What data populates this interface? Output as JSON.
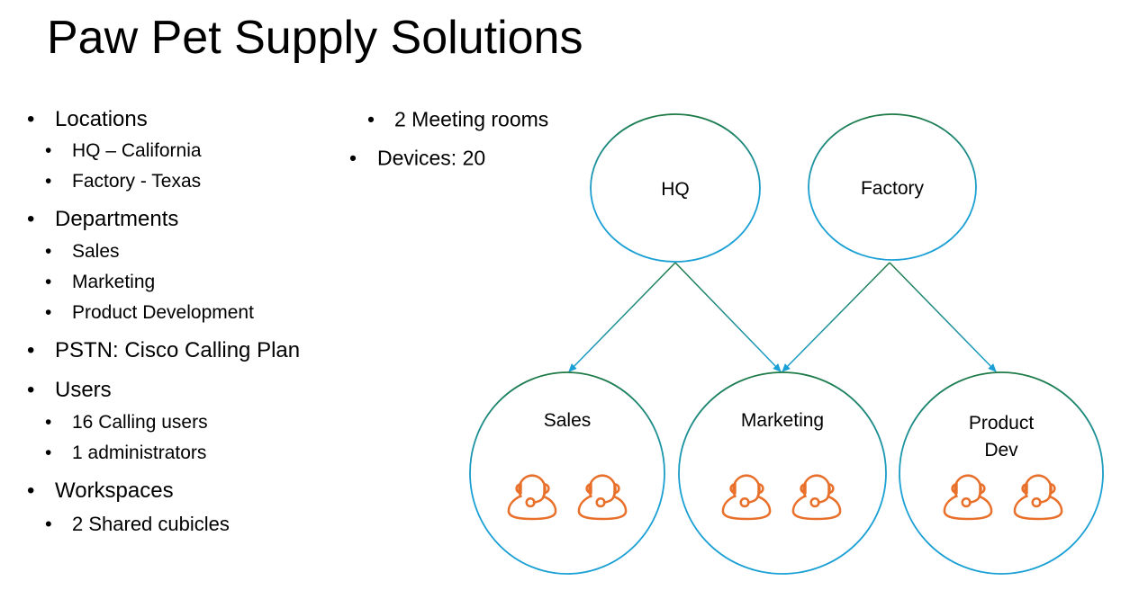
{
  "title": "Paw Pet Supply Solutions",
  "bullets": {
    "locations": "Locations",
    "hq_california": "HQ – California",
    "factory_texas": "Factory - Texas",
    "departments": "Departments",
    "sales": "Sales",
    "marketing": "Marketing",
    "product_development": "Product Development",
    "pstn": "PSTN: Cisco Calling Plan",
    "users": "Users",
    "calling_users": "16 Calling users",
    "administrators": "1 administrators",
    "workspaces": "Workspaces",
    "shared_cubicles": "2 Shared cubicles",
    "meeting_rooms": "2 Meeting rooms",
    "devices": "Devices: 20"
  },
  "bullet_glyph": "•",
  "diagram": {
    "locations": [
      "HQ",
      "Factory"
    ],
    "departments": {
      "sales": "Sales",
      "marketing": "Marketing",
      "product_line1": "Product",
      "product_line2": "Dev"
    },
    "icon": "headset-user-icon",
    "colors": {
      "green": "#1e7a45",
      "blue": "#1aa0d4",
      "orange": "#e8702a"
    }
  }
}
